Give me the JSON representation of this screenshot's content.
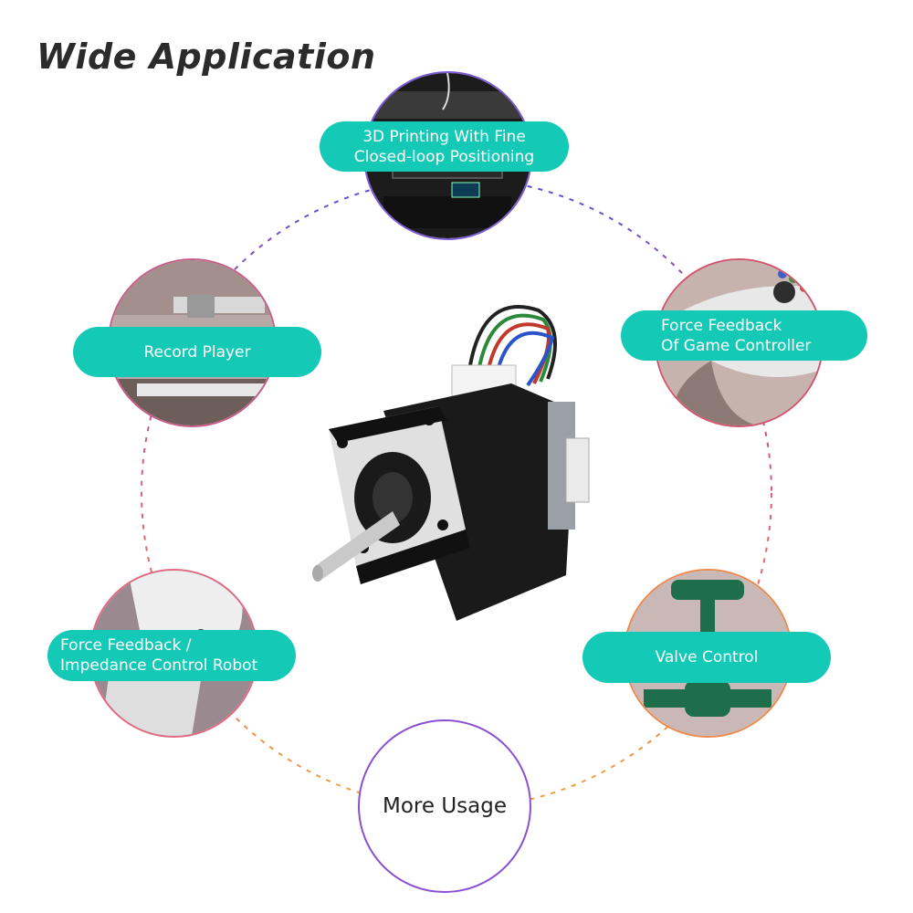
{
  "title": "Wide Application",
  "applications": [
    {
      "label": "3D Printing With Fine\nClosed-loop Positioning",
      "icon": "3d-printer-photo"
    },
    {
      "label": "Record Player",
      "icon": "record-player-photo"
    },
    {
      "label": "Force Feedback\nOf Game Controller",
      "icon": "game-controller-photo"
    },
    {
      "label": "Force Feedback /\nImpedance Control Robot",
      "icon": "robot-arm-photo"
    },
    {
      "label": "Valve Control",
      "icon": "industrial-valve-photo"
    }
  ],
  "more_usage": "More Usage",
  "center_product": "stepper-motor-photo",
  "colors": {
    "accent": "#14c9b5",
    "title": "#2b2b2b",
    "more_ring": "#8a4fd3"
  }
}
